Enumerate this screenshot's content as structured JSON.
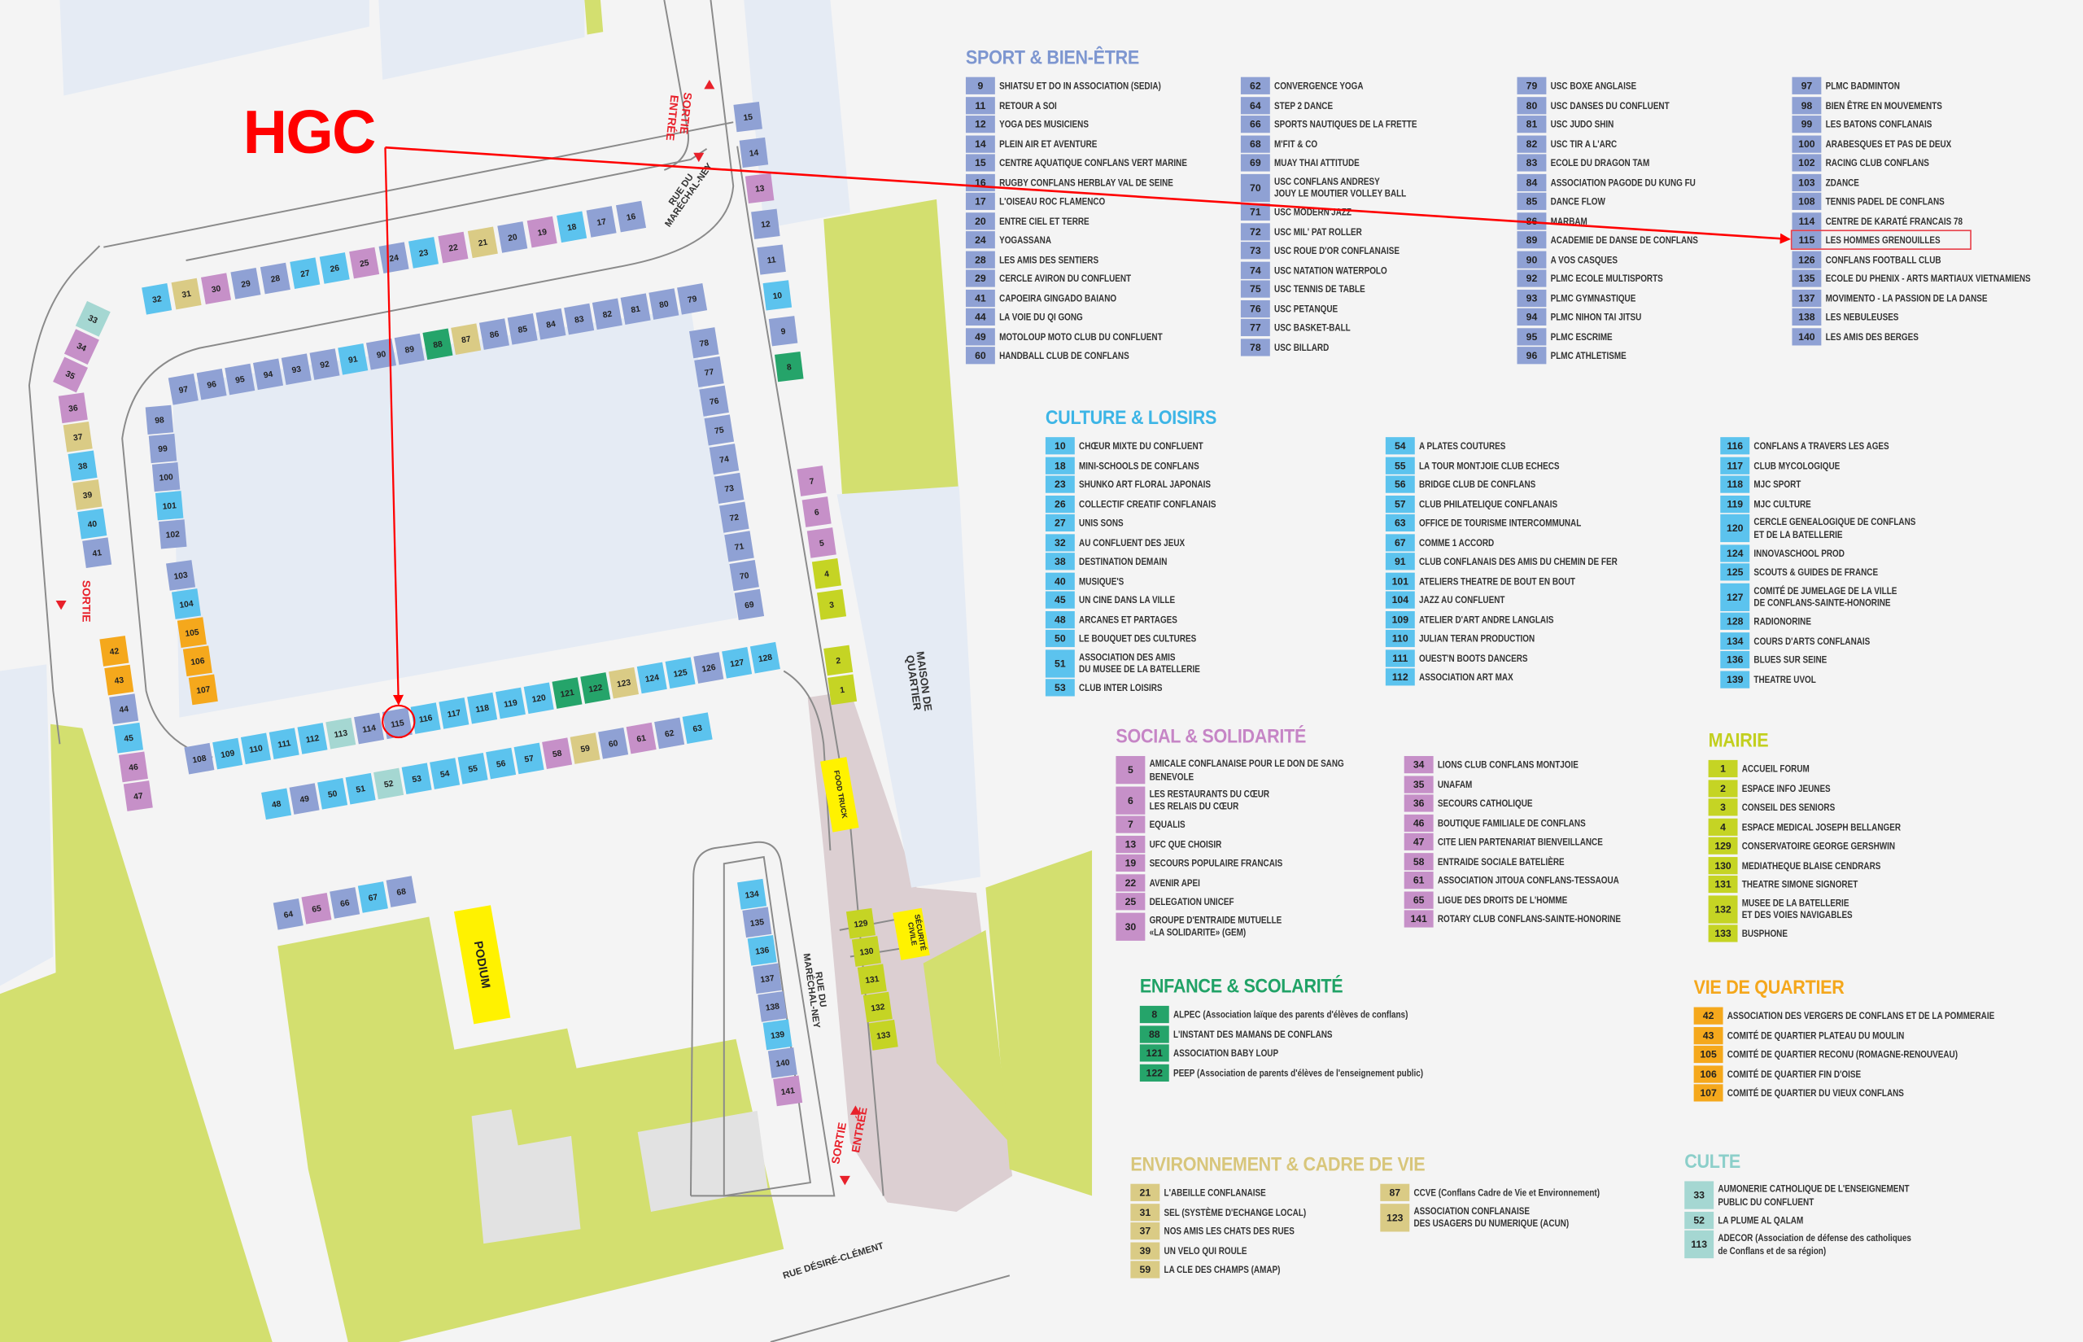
{
  "annotation": {
    "label": "HGC",
    "highlight_stall": 115,
    "color": "#ff0000"
  },
  "colors": {
    "sport": "#8fa1d4",
    "culture": "#5cc3ee",
    "social": "#c690c8",
    "enfance": "#25a46a",
    "mairie": "#c5d424",
    "vie": "#f5a81c",
    "env": "#dacb85",
    "culte": "#a5d7d2"
  },
  "title_colors": {
    "sport": "#7d96d0",
    "culture": "#3db5e6",
    "social": "#c685c6",
    "enfance": "#20a266",
    "mairie": "#c2cf1e",
    "vie": "#f4a71c",
    "env": "#d8c67b",
    "culte": "#8ccfca"
  },
  "map": {
    "labels": {
      "top_exit": "SORTIE",
      "top_entry": "ENTRÉE",
      "street_top": "RUE DU\nMARÉCHAL-NEY",
      "left_exit": "SORTIE",
      "maison": "MAISON DE\nQUARTIER",
      "food_truck": "FOOD TRUCK",
      "securite": "SÉCURITÉ\nCIVILE",
      "podium": "PODIUM",
      "street_bottom": "RUE DU\nMARÉCHAL-NEY",
      "bottom_exit": "SORTIE",
      "bottom_entry": "ENTRÉE",
      "street_desire": "RUE DÉSIRÉ-CLÉMENT"
    },
    "stall_rows": [
      [
        32,
        31,
        30,
        29,
        28,
        27,
        26,
        25,
        24,
        23,
        22,
        21,
        20,
        19,
        18,
        17,
        16
      ],
      [
        33,
        34,
        35
      ],
      [
        36,
        37,
        38,
        39,
        40,
        41
      ],
      [
        42,
        43,
        44,
        45,
        46,
        47
      ],
      [
        97,
        96,
        95,
        94,
        93,
        92,
        91,
        90,
        89,
        88,
        87,
        86,
        85,
        84,
        83,
        82,
        81,
        80,
        79
      ],
      [
        98,
        99,
        100,
        101,
        102
      ],
      [
        103,
        104,
        105,
        106,
        107
      ],
      [
        78,
        77,
        76,
        75,
        74,
        73,
        72,
        71,
        70,
        69
      ],
      [
        108,
        109,
        110,
        111,
        112,
        113,
        114,
        115,
        116,
        117,
        118,
        119,
        120,
        121,
        122,
        123,
        124,
        125,
        126,
        127,
        128
      ],
      [
        48,
        49,
        50,
        51,
        52,
        53,
        54,
        55,
        56,
        57,
        58,
        59,
        60,
        61,
        62,
        63
      ],
      [
        15,
        14,
        13,
        12,
        11,
        10,
        9,
        8
      ],
      [
        7,
        6,
        5,
        4,
        3
      ],
      [
        2,
        1
      ],
      [
        64,
        65,
        66,
        67,
        68
      ],
      [
        134,
        135,
        136,
        137,
        138,
        139,
        140,
        141
      ],
      [
        129,
        130,
        131,
        132,
        133
      ]
    ]
  },
  "legend": {
    "sport": {
      "title": "SPORT & BIEN-ÊTRE",
      "columns": [
        [
          {
            "n": "9",
            "name": "SHIATSU ET DO IN ASSOCIATION (SEDIA)"
          },
          {
            "n": "11",
            "name": "RETOUR A SOI"
          },
          {
            "n": "12",
            "name": "YOGA DES MUSICIENS"
          },
          {
            "n": "14",
            "name": "PLEIN AIR ET AVENTURE"
          },
          {
            "n": "15",
            "name": "CENTRE AQUATIQUE CONFLANS VERT MARINE"
          },
          {
            "n": "16",
            "name": "RUGBY CONFLANS HERBLAY VAL DE SEINE"
          },
          {
            "n": "17",
            "name": "L'OISEAU ROC FLAMENCO"
          },
          {
            "n": "20",
            "name": "ENTRE CIEL ET TERRE"
          },
          {
            "n": "24",
            "name": "YOGASSANA"
          },
          {
            "n": "28",
            "name": "LES AMIS DES SENTIERS"
          },
          {
            "n": "29",
            "name": "CERCLE AVIRON DU CONFLUENT"
          },
          {
            "n": "41",
            "name": "CAPOEIRA GINGADO BAIANO"
          },
          {
            "n": "44",
            "name": "LA VOIE DU QI GONG"
          },
          {
            "n": "49",
            "name": "MOTOLOUP MOTO CLUB DU CONFLUENT"
          },
          {
            "n": "60",
            "name": "HANDBALL CLUB DE CONFLANS"
          }
        ],
        [
          {
            "n": "62",
            "name": "CONVERGENCE YOGA"
          },
          {
            "n": "64",
            "name": "STEP 2 DANCE"
          },
          {
            "n": "66",
            "name": "SPORTS NAUTIQUES DE LA FRETTE"
          },
          {
            "n": "68",
            "name": "M'FIT & CO"
          },
          {
            "n": "69",
            "name": "MUAY THAI ATTITUDE"
          },
          {
            "n": "70",
            "name": "USC CONFLANS ANDRESY\nJOUY LE MOUTIER VOLLEY BALL"
          },
          {
            "n": "71",
            "name": "USC MODERN'JAZZ"
          },
          {
            "n": "72",
            "name": "USC MIL' PAT ROLLER"
          },
          {
            "n": "73",
            "name": "USC ROUE D'OR CONFLANAISE"
          },
          {
            "n": "74",
            "name": "USC NATATION WATERPOLO"
          },
          {
            "n": "75",
            "name": "USC TENNIS DE TABLE"
          },
          {
            "n": "76",
            "name": "USC PETANQUE"
          },
          {
            "n": "77",
            "name": "USC BASKET-BALL"
          },
          {
            "n": "78",
            "name": "USC BILLARD"
          }
        ],
        [
          {
            "n": "79",
            "name": "USC BOXE ANGLAISE"
          },
          {
            "n": "80",
            "name": "USC DANSES DU CONFLUENT"
          },
          {
            "n": "81",
            "name": "USC JUDO SHIN"
          },
          {
            "n": "82",
            "name": "USC TIR A L'ARC"
          },
          {
            "n": "83",
            "name": "ECOLE DU DRAGON TAM"
          },
          {
            "n": "84",
            "name": "ASSOCIATION PAGODE DU KUNG FU"
          },
          {
            "n": "85",
            "name": "DANCE FLOW"
          },
          {
            "n": "86",
            "name": "MARBAM"
          },
          {
            "n": "89",
            "name": "ACADEMIE DE DANSE DE CONFLANS"
          },
          {
            "n": "90",
            "name": "A VOS CASQUES"
          },
          {
            "n": "92",
            "name": "PLMC ECOLE MULTISPORTS"
          },
          {
            "n": "93",
            "name": "PLMC GYMNASTIQUE"
          },
          {
            "n": "94",
            "name": "PLMC NIHON TAI JITSU"
          },
          {
            "n": "95",
            "name": "PLMC ESCRIME"
          },
          {
            "n": "96",
            "name": "PLMC ATHLETISME"
          }
        ],
        [
          {
            "n": "97",
            "name": "PLMC BADMINTON"
          },
          {
            "n": "98",
            "name": "BIEN ÊTRE EN MOUVEMENTS"
          },
          {
            "n": "99",
            "name": "LES BATONS CONFLANAIS"
          },
          {
            "n": "100",
            "name": "ARABESQUES ET PAS DE DEUX"
          },
          {
            "n": "102",
            "name": "RACING CLUB CONFLANS"
          },
          {
            "n": "103",
            "name": "ZDANCE"
          },
          {
            "n": "108",
            "name": "TENNIS PADEL DE CONFLANS"
          },
          {
            "n": "114",
            "name": "CENTRE DE KARATÉ FRANCAIS 78"
          },
          {
            "n": "115",
            "name": "LES HOMMES GRENOUILLES"
          },
          {
            "n": "126",
            "name": "CONFLANS FOOTBALL CLUB"
          },
          {
            "n": "135",
            "name": "ECOLE DU PHENIX - ARTS MARTIAUX VIETNAMIENS"
          },
          {
            "n": "137",
            "name": "MOVIMENTO - LA PASSION DE LA DANSE"
          },
          {
            "n": "138",
            "name": "LES NEBULEUSES"
          },
          {
            "n": "140",
            "name": "LES AMIS DES BERGES"
          }
        ]
      ]
    },
    "culture": {
      "title": "CULTURE & LOISIRS",
      "columns": [
        [
          {
            "n": "10",
            "name": "CHŒUR MIXTE DU CONFLUENT"
          },
          {
            "n": "18",
            "name": "MINI-SCHOOLS DE CONFLANS"
          },
          {
            "n": "23",
            "name": "SHUNKO ART FLORAL JAPONAIS"
          },
          {
            "n": "26",
            "name": "COLLECTIF CREATIF CONFLANAIS"
          },
          {
            "n": "27",
            "name": "UNIS SONS"
          },
          {
            "n": "32",
            "name": "AU CONFLUENT DES JEUX"
          },
          {
            "n": "38",
            "name": "DESTINATION DEMAIN"
          },
          {
            "n": "40",
            "name": "MUSIQUE'S"
          },
          {
            "n": "45",
            "name": "UN CINE DANS LA VILLE"
          },
          {
            "n": "48",
            "name": "ARCANES ET PARTAGES"
          },
          {
            "n": "50",
            "name": "LE BOUQUET DES CULTURES"
          },
          {
            "n": "51",
            "name": "ASSOCIATION DES AMIS\nDU MUSEE DE LA BATELLERIE"
          },
          {
            "n": "53",
            "name": "CLUB INTER LOISIRS"
          }
        ],
        [
          {
            "n": "54",
            "name": "A PLATES COUTURES"
          },
          {
            "n": "55",
            "name": "LA TOUR MONTJOIE CLUB ECHECS"
          },
          {
            "n": "56",
            "name": "BRIDGE CLUB DE CONFLANS"
          },
          {
            "n": "57",
            "name": "CLUB PHILATELIQUE CONFLANAIS"
          },
          {
            "n": "63",
            "name": "OFFICE DE TOURISME INTERCOMMUNAL"
          },
          {
            "n": "67",
            "name": "COMME 1 ACCORD"
          },
          {
            "n": "91",
            "name": "CLUB CONFLANAIS DES AMIS DU CHEMIN DE FER"
          },
          {
            "n": "101",
            "name": "ATELIERS THEATRE DE BOUT EN BOUT"
          },
          {
            "n": "104",
            "name": "JAZZ AU CONFLUENT"
          },
          {
            "n": "109",
            "name": "ATELIER D'ART ANDRE LANGLAIS"
          },
          {
            "n": "110",
            "name": "JULIAN TERAN PRODUCTION"
          },
          {
            "n": "111",
            "name": "OUEST'N BOOTS DANCERS"
          },
          {
            "n": "112",
            "name": "ASSOCIATION ART MAX"
          }
        ],
        [
          {
            "n": "116",
            "name": "CONFLANS A TRAVERS LES AGES"
          },
          {
            "n": "117",
            "name": "CLUB MYCOLOGIQUE"
          },
          {
            "n": "118",
            "name": "MJC SPORT"
          },
          {
            "n": "119",
            "name": "MJC CULTURE"
          },
          {
            "n": "120",
            "name": "CERCLE GENEALOGIQUE DE CONFLANS\nET DE LA BATELLERIE"
          },
          {
            "n": "124",
            "name": "INNOVASCHOOL PROD"
          },
          {
            "n": "125",
            "name": "SCOUTS & GUIDES DE FRANCE"
          },
          {
            "n": "127",
            "name": "COMITÉ DE JUMELAGE DE LA VILLE\nDE CONFLANS-SAINTE-HONORINE"
          },
          {
            "n": "128",
            "name": "RADIONORINE"
          },
          {
            "n": "134",
            "name": "COURS D'ARTS CONFLANAIS"
          },
          {
            "n": "136",
            "name": "BLUES SUR SEINE"
          },
          {
            "n": "139",
            "name": "THEATRE UVOL"
          }
        ]
      ]
    },
    "social": {
      "title": "SOCIAL & SOLIDARITÉ",
      "columns": [
        [
          {
            "n": "5",
            "name": "AMICALE CONFLANAISE POUR LE DON DE SANG\nBENEVOLE"
          },
          {
            "n": "6",
            "name": "LES RESTAURANTS DU CŒUR\nLES RELAIS DU CŒUR"
          },
          {
            "n": "7",
            "name": "EQUALIS"
          },
          {
            "n": "13",
            "name": "UFC QUE CHOISIR"
          },
          {
            "n": "19",
            "name": "SECOURS POPULAIRE FRANCAIS"
          },
          {
            "n": "22",
            "name": "AVENIR APEI"
          },
          {
            "n": "25",
            "name": "DELEGATION UNICEF"
          },
          {
            "n": "30",
            "name": "GROUPE D'ENTRAIDE MUTUELLE\n«LA SOLIDARITE» (GEM)"
          }
        ],
        [
          {
            "n": "34",
            "name": "LIONS CLUB CONFLANS MONTJOIE"
          },
          {
            "n": "35",
            "name": "UNAFAM"
          },
          {
            "n": "36",
            "name": "SECOURS CATHOLIQUE"
          },
          {
            "n": "46",
            "name": "BOUTIQUE FAMILIALE DE CONFLANS"
          },
          {
            "n": "47",
            "name": "CITE LIEN PARTENARIAT BIENVEILLANCE"
          },
          {
            "n": "58",
            "name": "ENTRAIDE SOCIALE BATELIÈRE"
          },
          {
            "n": "61",
            "name": "ASSOCIATION JITOUA CONFLANS-TESSAOUA"
          },
          {
            "n": "65",
            "name": "LIGUE DES DROITS DE L'HOMME"
          },
          {
            "n": "141",
            "name": "ROTARY CLUB CONFLANS-SAINTE-HONORINE"
          }
        ]
      ]
    },
    "mairie": {
      "title": "MAIRIE",
      "columns": [
        [
          {
            "n": "1",
            "name": "ACCUEIL FORUM"
          },
          {
            "n": "2",
            "name": "ESPACE INFO JEUNES"
          },
          {
            "n": "3",
            "name": "CONSEIL DES SENIORS"
          },
          {
            "n": "4",
            "name": "ESPACE MEDICAL JOSEPH BELLANGER"
          },
          {
            "n": "129",
            "name": "CONSERVATOIRE GEORGE GERSHWIN"
          },
          {
            "n": "130",
            "name": "MEDIATHEQUE BLAISE CENDRARS"
          },
          {
            "n": "131",
            "name": "THEATRE SIMONE SIGNORET"
          },
          {
            "n": "132",
            "name": "MUSEE DE LA BATELLERIE\nET DES VOIES NAVIGABLES"
          },
          {
            "n": "133",
            "name": "BUSPHONE"
          }
        ]
      ]
    },
    "enfance": {
      "title": "ENFANCE & SCOLARITÉ",
      "columns": [
        [
          {
            "n": "8",
            "name": "ALPEC (Association laïque des parents d'élèves de conflans)"
          },
          {
            "n": "88",
            "name": "L'INSTANT DES MAMANS DE CONFLANS"
          },
          {
            "n": "121",
            "name": "ASSOCIATION BABY LOUP"
          },
          {
            "n": "122",
            "name": "PEEP (Association de parents d'élèves de l'enseignement public)"
          }
        ]
      ]
    },
    "vie": {
      "title": "VIE DE QUARTIER",
      "columns": [
        [
          {
            "n": "42",
            "name": "ASSOCIATION DES VERGERS DE CONFLANS ET DE LA POMMERAIE"
          },
          {
            "n": "43",
            "name": "COMITÉ DE QUARTIER PLATEAU DU MOULIN"
          },
          {
            "n": "105",
            "name": "COMITÉ DE QUARTIER RECONU (ROMAGNE-RENOUVEAU)"
          },
          {
            "n": "106",
            "name": "COMITÉ DE QUARTIER FIN D'OISE"
          },
          {
            "n": "107",
            "name": "COMITÉ DE QUARTIER DU VIEUX CONFLANS"
          }
        ]
      ]
    },
    "env": {
      "title": "ENVIRONNEMENT & CADRE DE VIE",
      "columns": [
        [
          {
            "n": "21",
            "name": "L'ABEILLE CONFLANAISE"
          },
          {
            "n": "31",
            "name": "SEL (SYSTÈME D'ECHANGE LOCAL)"
          },
          {
            "n": "37",
            "name": "NOS AMIS LES CHATS DES RUES"
          },
          {
            "n": "39",
            "name": "UN VELO QUI ROULE"
          },
          {
            "n": "59",
            "name": "LA CLE DES CHAMPS (AMAP)"
          }
        ],
        [
          {
            "n": "87",
            "name": "CCVE (Conflans Cadre de Vie et Environnement)"
          },
          {
            "n": "123",
            "name": "ASSOCIATION CONFLANAISE\nDES USAGERS DU NUMERIQUE (ACUN)"
          }
        ]
      ]
    },
    "culte": {
      "title": "CULTE",
      "columns": [
        [
          {
            "n": "33",
            "name": "AUMONERIE CATHOLIQUE DE L'ENSEIGNEMENT\nPUBLIC DU CONFLUENT"
          },
          {
            "n": "52",
            "name": "LA PLUME AL QALAM"
          },
          {
            "n": "113",
            "name": "ADECOR (Association de défense des catholiques\nde Conflans et de sa région)"
          }
        ]
      ]
    }
  }
}
